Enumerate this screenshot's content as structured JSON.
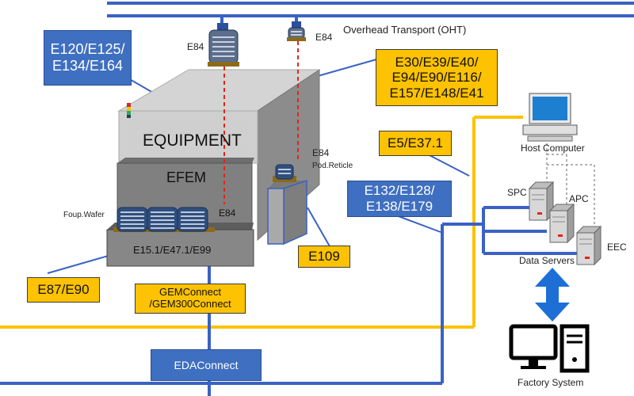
{
  "colors": {
    "blue_line": "#3a62c4",
    "yellow_line": "#fdc201",
    "blue_box": "#3f6fc0",
    "yellow_box": "#fdc201",
    "red_dash": "#e0261b"
  },
  "labels": {
    "oht": "Overhead Transport (OHT)",
    "e84_carrier_left": "E84",
    "e84_carrier_right": "E84",
    "e84_efem": "E84",
    "e84_pod": "E84",
    "pod_reticle": "Pod.Reticle",
    "foup_wafer": "Foup.Wafer",
    "equipment": "EQUIPMENT",
    "efem": "EFEM",
    "load_port": "E15.1/E47.1/E99",
    "host_computer": "Host Computer",
    "spc": "SPC",
    "apc": "APC",
    "eec": "EEC",
    "data_servers": "Data Servers",
    "factory_system": "Factory System"
  },
  "boxes": {
    "e120": {
      "line1": "E120/E125/",
      "line2": "E134/E164"
    },
    "e30": {
      "line1": "E30/E39/E40/",
      "line2": "E94/E90/E116/",
      "line3": "E157/E148/E41"
    },
    "e5": "E5/E37.1",
    "e132": {
      "line1": "E132/E128/",
      "line2": "E138/E179"
    },
    "e109": "E109",
    "e87": "E87/E90",
    "gem": {
      "line1": "GEMConnect",
      "line2": "/GEM300Connect"
    },
    "eda": "EDAConnect"
  }
}
